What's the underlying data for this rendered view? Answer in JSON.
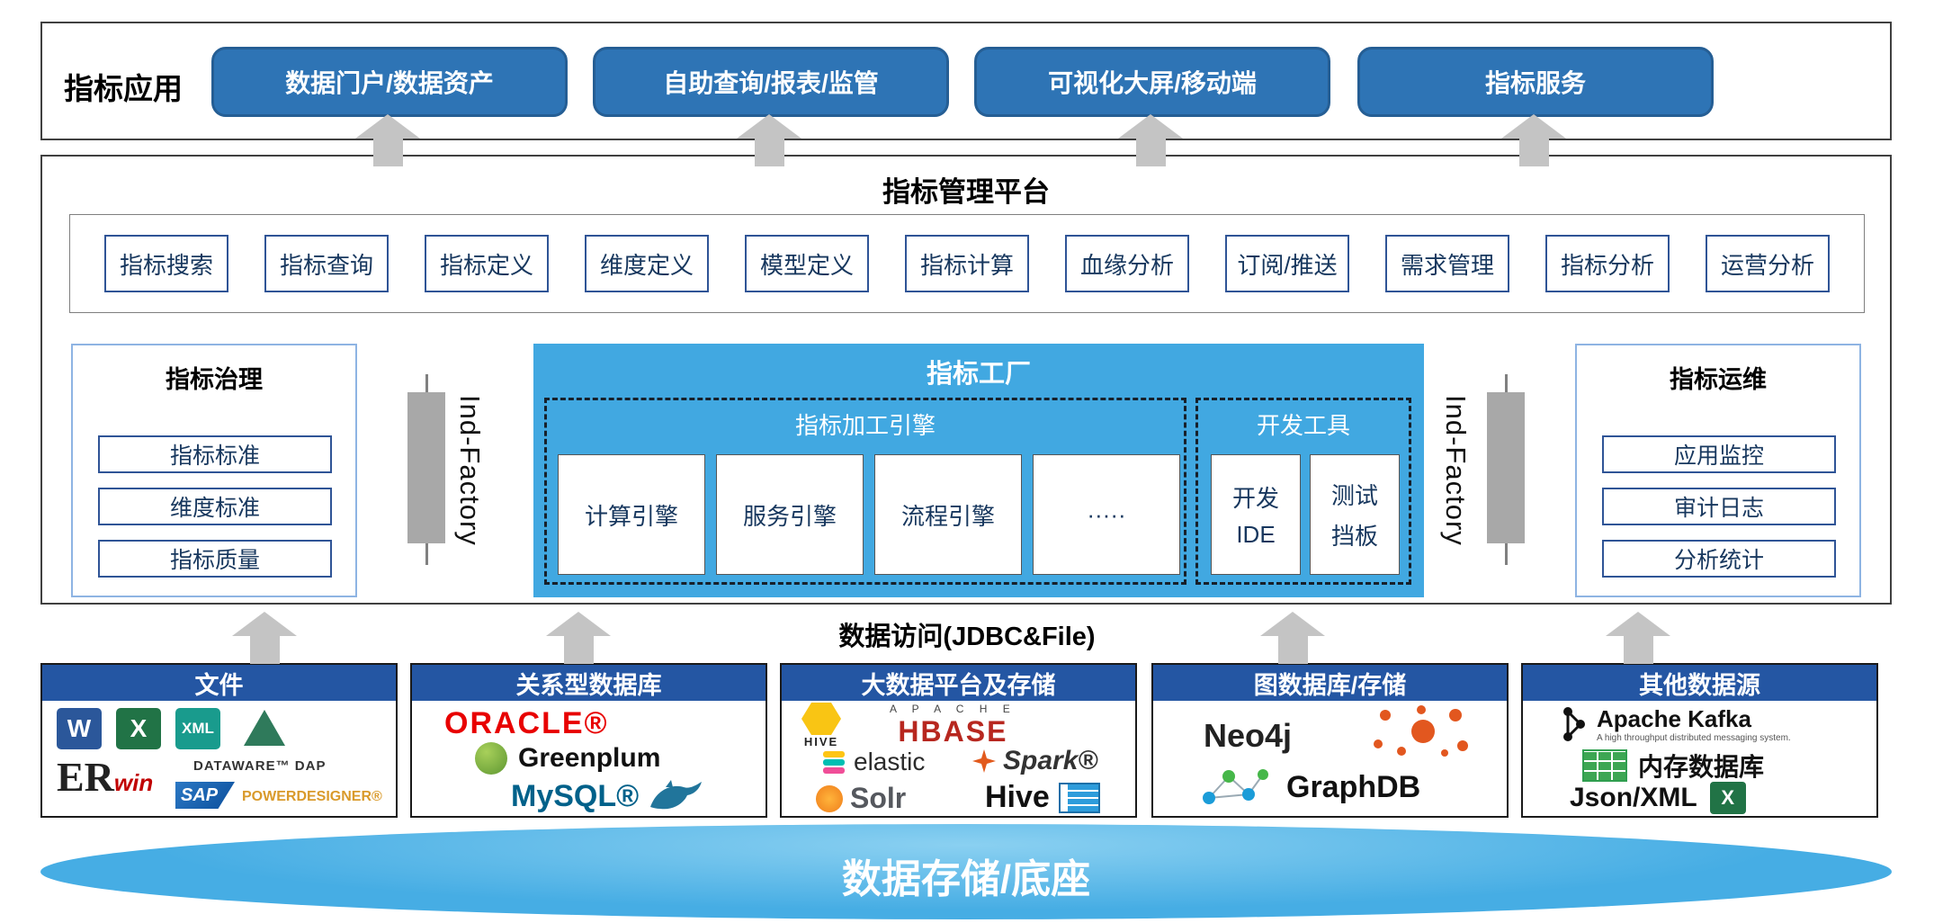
{
  "colors": {
    "button_blue": "#2E74B5",
    "factory_blue": "#41A8E1",
    "header_blue": "#2456A3",
    "disc_blue": "#46ADE4",
    "arrow_gray": "#C4C4C4",
    "navy": "#2F5496"
  },
  "app_layer": {
    "label": "指标应用",
    "buttons": [
      "数据门户/数据资产",
      "自助查询/报表/监管",
      "可视化大屏/移动端",
      "指标服务"
    ]
  },
  "platform": {
    "title": "指标管理平台",
    "functions": [
      "指标搜索",
      "指标查询",
      "指标定义",
      "维度定义",
      "模型定义",
      "指标计算",
      "血缘分析",
      "订阅/推送",
      "需求管理",
      "指标分析",
      "运营分析"
    ],
    "governance": {
      "title": "指标治理",
      "items": [
        "指标标准",
        "维度标准",
        "指标质量"
      ]
    },
    "factory": {
      "title": "指标工厂",
      "connector_label": "Ind-Factory",
      "engine_group": {
        "title": "指标加工引擎",
        "items": [
          "计算引擎",
          "服务引擎",
          "流程引擎",
          "·····"
        ]
      },
      "devtools_group": {
        "title": "开发工具",
        "items": [
          {
            "line1": "开发",
            "line2": "IDE"
          },
          {
            "line1": "测试",
            "line2": "挡板"
          }
        ]
      }
    },
    "ops": {
      "title": "指标运维",
      "items": [
        "应用监控",
        "审计日志",
        "分析统计"
      ]
    }
  },
  "data_access": {
    "label": "数据访问(JDBC&File)"
  },
  "data_sources": [
    {
      "title": "文件",
      "logos": {
        "word": "W",
        "excel": "X",
        "xml": "XML",
        "erwin_er": "ER",
        "erwin_win": "win",
        "dataware": "DATAWARE™ DAP",
        "sap": "SAP",
        "powerdesigner": "POWERDESIGNER®"
      }
    },
    {
      "title": "关系型数据库",
      "logos": {
        "oracle": "ORACLE®",
        "greenplum": "Greenplum",
        "mysql": "MySQL®"
      }
    },
    {
      "title": "大数据平台及存储",
      "logos": {
        "hive_label": "HIVE",
        "apache_spaced": "A P A C H E",
        "hbase": "HBASE",
        "elastic": "elastic",
        "spark": "Spark®",
        "solr": "Solr",
        "hive2": "Hive"
      }
    },
    {
      "title": "图数据库/存储",
      "logos": {
        "neo4j": "Neo4j",
        "graphdb": "GraphDB"
      }
    },
    {
      "title": "其他数据源",
      "logos": {
        "kafka": "Apache Kafka",
        "kafka_tagline": "A high throughput distributed messaging system.",
        "memdb": "内存数据库",
        "jsonxml": "Json/XML",
        "excel": "X"
      }
    }
  ],
  "base": {
    "label": "数据存储/底座"
  }
}
